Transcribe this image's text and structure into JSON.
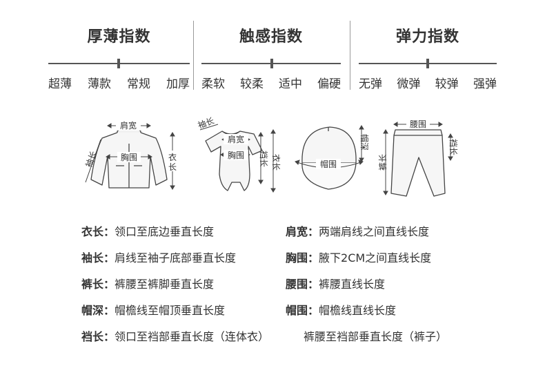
{
  "indices": [
    {
      "title": "厚薄指数",
      "options": [
        "超薄",
        "薄款",
        "常规",
        "加厚"
      ]
    },
    {
      "title": "触感指数",
      "options": [
        "柔软",
        "较柔",
        "适中",
        "偏硬"
      ]
    },
    {
      "title": "弹力指数",
      "options": [
        "无弹",
        "微弹",
        "较弹",
        "强弹"
      ]
    }
  ],
  "diagrams": {
    "jacket": {
      "shoulder": "肩宽",
      "sleeve": "袖长",
      "chest": "胸围",
      "length": "衣长"
    },
    "romper": {
      "sleeve": "袖长",
      "shoulder": "肩宽",
      "chest": "胸围",
      "crotch_length": "裆长",
      "length": "衣长"
    },
    "cap": {
      "depth": "帽深",
      "circumference": "帽围"
    },
    "pants": {
      "waist": "腰围",
      "length": "裤长",
      "crotch_length": "裆长"
    }
  },
  "definitions": {
    "left": [
      {
        "label": "衣长：",
        "text": "领口至底边垂直长度"
      },
      {
        "label": "袖长：",
        "text": "肩线至袖子底部垂直长度"
      },
      {
        "label": "裤长：",
        "text": "裤腰至裤脚垂直长度"
      },
      {
        "label": "帽深：",
        "text": "帽檐线至帽顶垂直长度"
      },
      {
        "label": "裆长：",
        "text": "领口至裆部垂直长度（连体衣）"
      }
    ],
    "right": [
      {
        "label": "肩宽：",
        "text": "两端肩线之间直线长度"
      },
      {
        "label": "胸围：",
        "text": "腋下2CM之间直线长度"
      },
      {
        "label": "腰围：",
        "text": "裤腰直线长度"
      },
      {
        "label": "帽围：",
        "text": "帽檐线直线长度"
      }
    ],
    "extra": "裤腰至裆部垂直长度（裤子）"
  }
}
